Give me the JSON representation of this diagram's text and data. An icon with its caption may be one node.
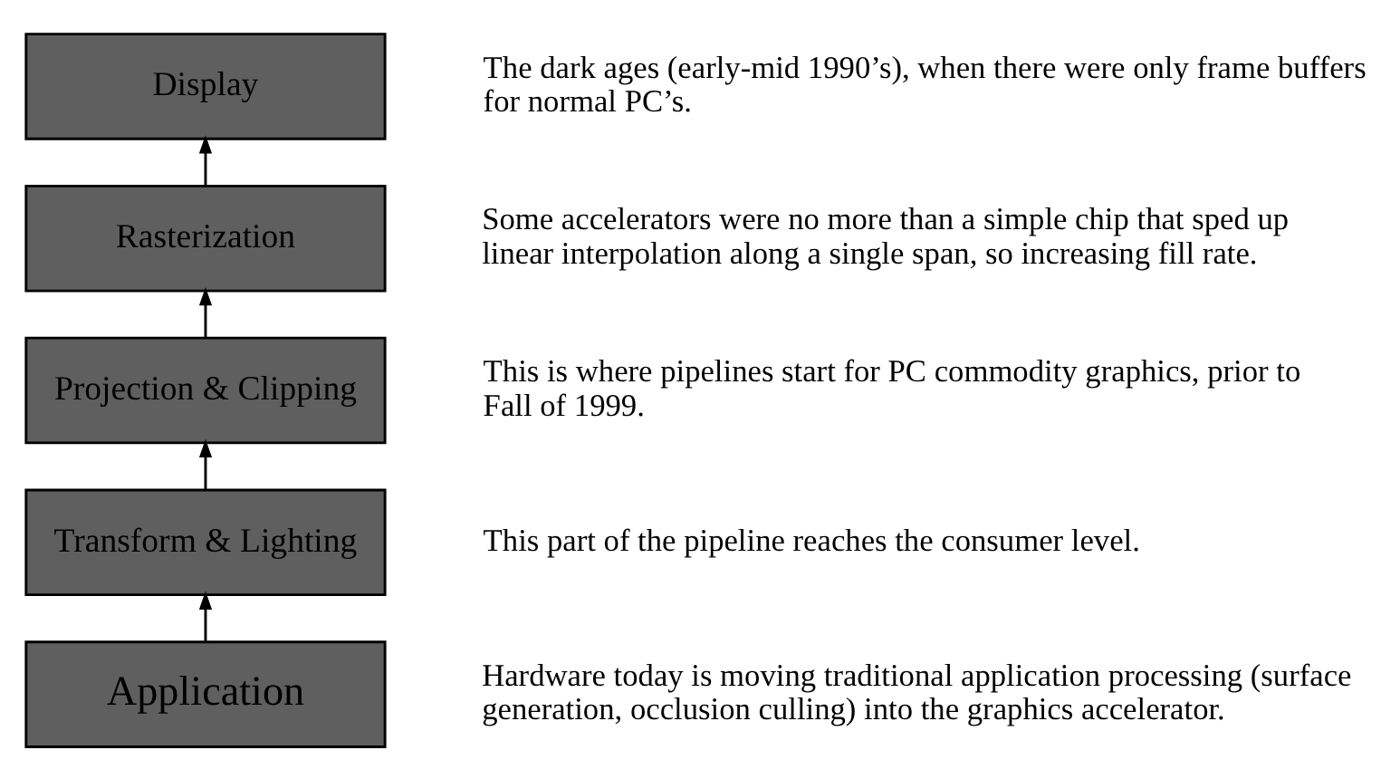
{
  "diagram": {
    "nodes": [
      {
        "text": [
          "Display"
        ],
        "beside": [
          "The dark ages (early-mid 1990’s), when there were only frame buffers for normal PC’s."
        ]
      },
      {
        "text": [
          "Rasterization"
        ],
        "beside": [
          "Some accelerators were no more than a simple chip that sped up linear interpolation along a single span, so increasing fill rate."
        ]
      },
      {
        "text": [
          "Projection & Clipping"
        ],
        "beside": [
          "This is where pipelines start for PC commodity graphics, prior to Fall of 1999."
        ]
      },
      {
        "text": [
          "Transform & Lighting"
        ],
        "beside": [
          "This part of the pipeline reaches the consumer level."
        ]
      },
      {
        "text": [
          "Application"
        ],
        "beside": [
          "Hardware today is moving traditional application processing (surface generation, occlusion culling) into the graphics accelerator."
        ]
      }
    ],
    "edges": [
      {
        "from": 4,
        "to": 3,
        "arrow": "to"
      },
      {
        "from": 3,
        "to": 2,
        "arrow": "to"
      },
      {
        "from": 2,
        "to": 1,
        "arrow": "to"
      },
      {
        "from": 1,
        "to": 0,
        "arrow": "to"
      }
    ]
  }
}
